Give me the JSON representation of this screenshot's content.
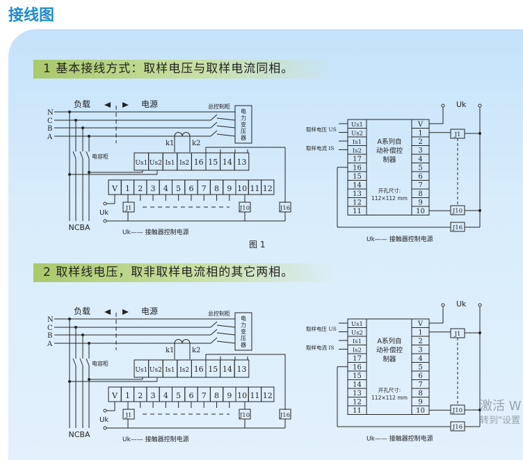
{
  "title": "接线图",
  "sections": [
    {
      "heading": "1 基本接线方式：取样电压与取样电流同相。",
      "figure_caption": "图 1"
    },
    {
      "heading": "2 取样线电压，取非取样电流相的其它两相。",
      "figure_caption": ""
    }
  ],
  "left_diagram": {
    "phases": [
      "N",
      "C",
      "B",
      "A"
    ],
    "load": "负载",
    "source": "电源",
    "main_cabinet": "总控制柜",
    "transformer": [
      "电",
      "力",
      "变",
      "压",
      "器"
    ],
    "capacitor_cabinet": "电容柜",
    "k1": "k1",
    "k2": "k2",
    "top_terminals": [
      "Us1",
      "Us2",
      "Is1",
      "Is2",
      "16",
      "15",
      "14",
      "13"
    ],
    "bottom_terminals": [
      "V",
      "1",
      "2",
      "3",
      "4",
      "5",
      "6",
      "7",
      "8",
      "9",
      "10",
      "11",
      "12"
    ],
    "relays": [
      "J1",
      "J10",
      "J16"
    ],
    "uk": "Uk",
    "bottom_phases": "NCBA",
    "uk_legend": "Uk—— 接触器控制电源"
  },
  "right_diagram": {
    "left_terminals": [
      "Us1",
      "Us2",
      "Is1",
      "Is2",
      "17",
      "16",
      "15",
      "14",
      "13",
      "12",
      "11"
    ],
    "right_terminals": [
      "V",
      "1",
      "2",
      "3",
      "4",
      "5",
      "6",
      "7",
      "8",
      "9",
      "10"
    ],
    "controller": [
      "A系列自",
      "动补偿控",
      "制器"
    ],
    "cutout": [
      "开孔尺寸:",
      "112×112 mm"
    ],
    "sample_voltage": "取样电压 US",
    "sample_current": "取样电流 IS",
    "relays": [
      "J1",
      "J10",
      "J16"
    ],
    "uk": "Uk",
    "uk_legend": "Uk—— 接触器控制电源"
  },
  "watermark": {
    "line1": "激活 W",
    "line2": "转到\"设置"
  },
  "colors": {
    "title": "#1b8ad0",
    "line": "#222222"
  }
}
